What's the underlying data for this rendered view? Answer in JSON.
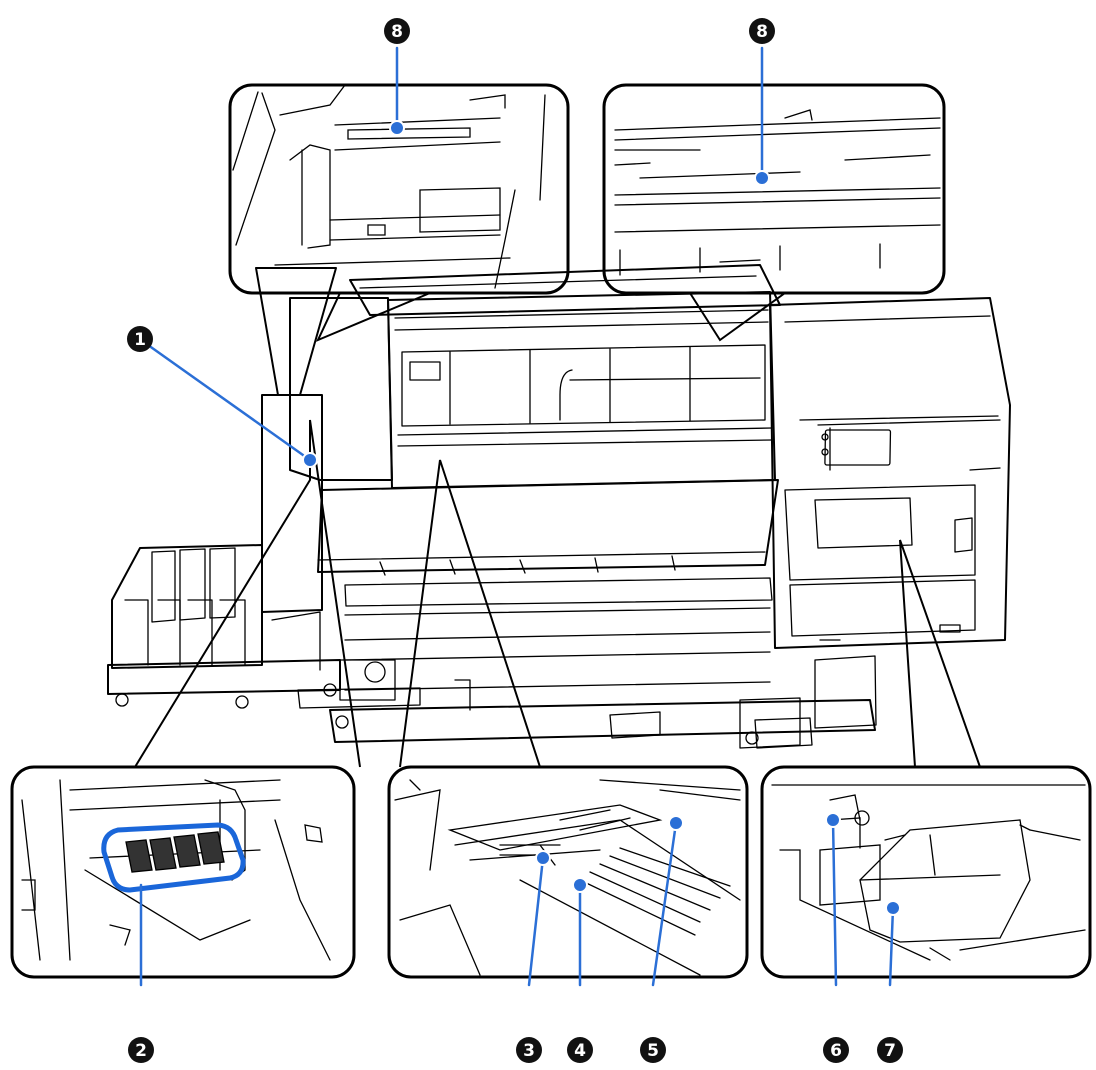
{
  "callouts": [
    {
      "id": "1",
      "label": "1"
    },
    {
      "id": "2",
      "label": "2"
    },
    {
      "id": "3",
      "label": "3"
    },
    {
      "id": "4",
      "label": "4"
    },
    {
      "id": "5",
      "label": "5"
    },
    {
      "id": "6",
      "label": "6"
    },
    {
      "id": "7",
      "label": "7"
    },
    {
      "id": "8a",
      "label": "8"
    },
    {
      "id": "8b",
      "label": "8"
    }
  ],
  "colors": {
    "leader_line": "#2b6fd6",
    "highlight": "#1a66d9",
    "marker_fill": "#111111",
    "outline": "#000000"
  }
}
